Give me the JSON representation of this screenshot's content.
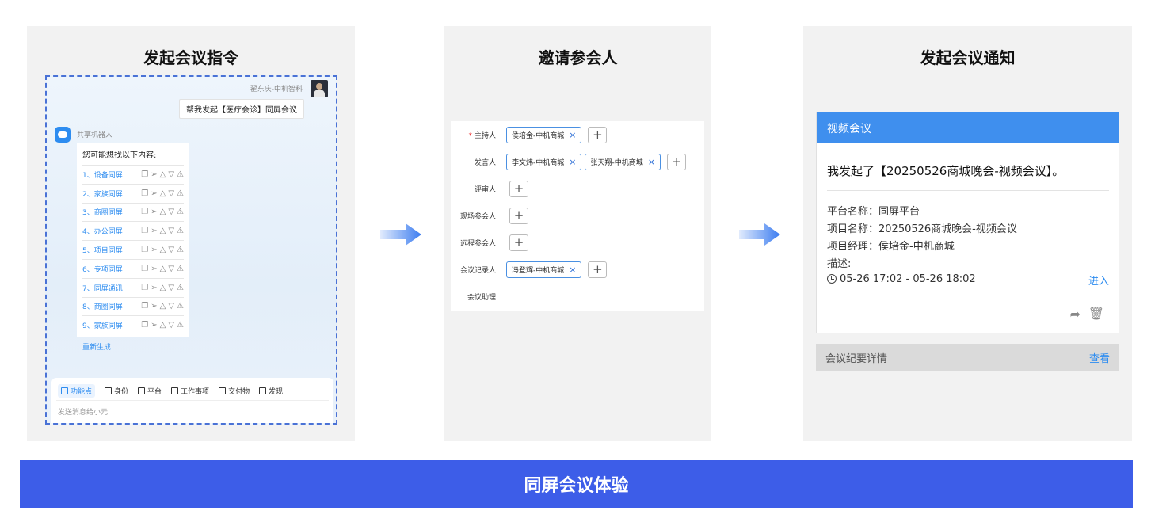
{
  "panel1": {
    "title": "发起会议指令",
    "user_name": "翟东庆-中机智科",
    "user_message": "帮我发起【医疗会诊】同屏会议",
    "bot_name": "共享机器人",
    "bot_intro": "您可能想找以下内容:",
    "options": [
      "1、设备同屏",
      "2、家族同屏",
      "3、商圈同屏",
      "4、办公同屏",
      "5、项目同屏",
      "6、专项同屏",
      "7、同屏通讯",
      "8、商圈同屏",
      "9、家族同屏"
    ],
    "regenerate": "重新生成",
    "toolbar": [
      "功能点",
      "身份",
      "平台",
      "工作事项",
      "交付物",
      "发现"
    ],
    "input_placeholder": "发送消息给小元"
  },
  "panel2": {
    "title": "邀请参会人",
    "rows": [
      {
        "label": "主持人:",
        "required": "*",
        "chips": [
          "侯培金-中机商城"
        ],
        "add": "+"
      },
      {
        "label": "发言人:",
        "required": "",
        "chips": [
          "李文炜-中机商城",
          "张天翔-中机商城"
        ],
        "add": "+"
      },
      {
        "label": "评审人:",
        "required": "",
        "chips": [],
        "add": "+"
      },
      {
        "label": "现场参会人:",
        "required": "",
        "chips": [],
        "add": "+"
      },
      {
        "label": "远程参会人:",
        "required": "",
        "chips": [],
        "add": "+"
      },
      {
        "label": "会议记录人:",
        "required": "",
        "chips": [
          "冯登辉-中机商城"
        ],
        "add": "+"
      },
      {
        "label": "会议助理:",
        "required": "",
        "chips": [],
        "add": ""
      }
    ],
    "chip_close": "×"
  },
  "panel3": {
    "title": "发起会议通知",
    "header": "视频会议",
    "main_text": "我发起了【20250526商城晚会-视频会议】。",
    "platform": "平台名称：同屏平台",
    "project": "项目名称：20250526商城晚会-视频会议",
    "manager": "项目经理：侯培金-中机商城",
    "desc": "描述:",
    "time": "05-26 17:02 - 05-26 18:02",
    "enter": "进入",
    "summary_label": "会议纪要详情",
    "summary_link": "查看"
  },
  "banner": "同屏会议体验",
  "colors": {
    "accent": "#3d5de8",
    "link": "#2d8cf0",
    "notice_header": "#3f8fee",
    "arrow": "#3b7cf0"
  }
}
